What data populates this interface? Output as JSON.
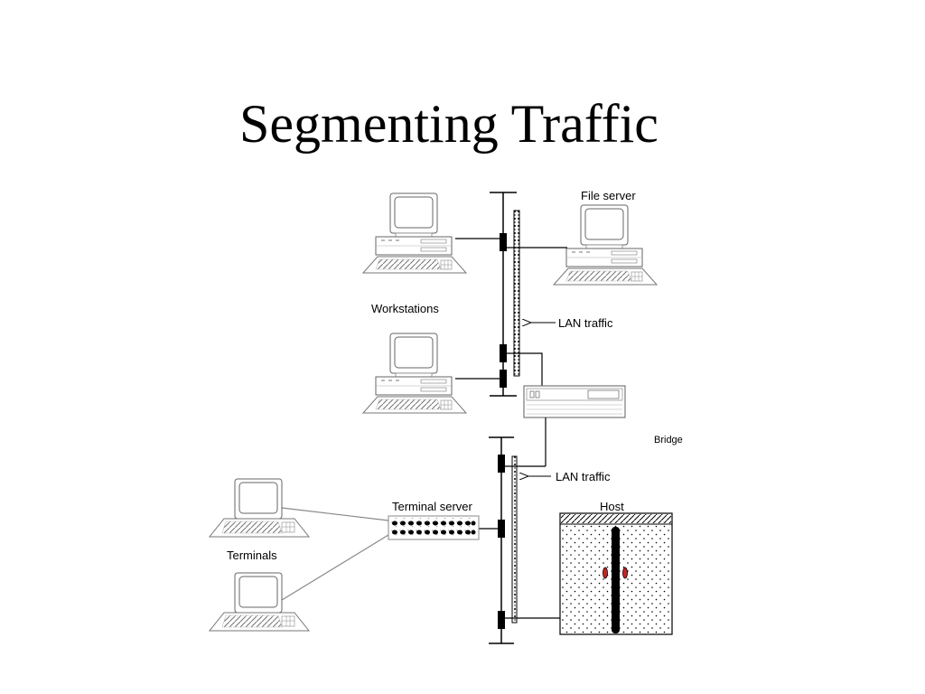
{
  "slide": {
    "title": "Segmenting Traffic"
  },
  "diagram": {
    "file_server_label": "File server",
    "workstations_label": "Workstations",
    "lan_traffic_top_label": "LAN traffic",
    "bridge_label": "Bridge",
    "lan_traffic_bottom_label": "LAN traffic",
    "terminal_server_label": "Terminal server",
    "host_label": "Host",
    "terminals_label": "Terminals"
  },
  "colors": {
    "line": "#000000",
    "device_outline": "#777777",
    "host_indicator": "#cc2222"
  }
}
